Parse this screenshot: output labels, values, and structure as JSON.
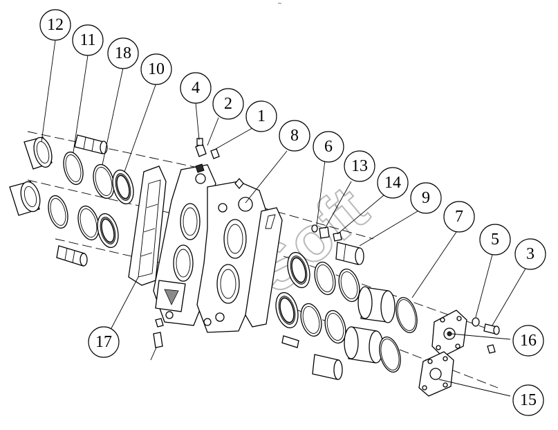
{
  "diagram": {
    "watermark": "Soft",
    "top_mark": "~",
    "callouts": [
      "12",
      "11",
      "18",
      "10",
      "4",
      "2",
      "1",
      "8",
      "6",
      "13",
      "14",
      "9",
      "7",
      "5",
      "3",
      "16",
      "17",
      "15"
    ]
  }
}
